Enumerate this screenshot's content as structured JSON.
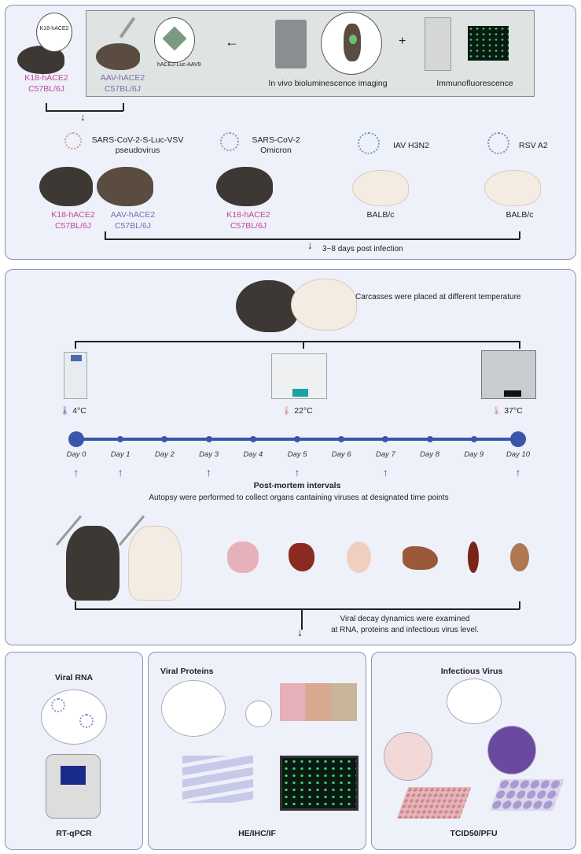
{
  "top": {
    "k18_label": "K18-hACE2",
    "k18_mouse": [
      "K18-hACE2",
      "C57BL/6J"
    ],
    "aav_mouse": [
      "AAV-hACE2",
      "C57BL/6J"
    ],
    "aav_vector": "hACE2-Luc-AAV9",
    "imaging": "In vivo bioluminescence imaging",
    "plus": "+",
    "if": "Immunofluorescence",
    "viruses": [
      {
        "name": "SARS-CoV-2-S-Luc-VSV pseudovirus",
        "mice": [
          [
            "K18-hACE2",
            "C57BL/6J"
          ],
          [
            "AAV-hACE2",
            "C57BL/6J"
          ]
        ]
      },
      {
        "name": "SARS-CoV-2 Omicron",
        "mice": [
          [
            "K18-hACE2",
            "C57BL/6J"
          ]
        ]
      },
      {
        "name": "IAV H3N2",
        "mice": [
          [
            "BALB/c"
          ]
        ]
      },
      {
        "name": "RSV A2",
        "mice": [
          [
            "BALB/c"
          ]
        ]
      }
    ],
    "dpi": "3~8 days post infection"
  },
  "middle": {
    "carcass": "Carcasses were placed at different temperature",
    "temps": [
      "4°C",
      "22°C",
      "37°C"
    ],
    "days": [
      "Day 0",
      "Day 1",
      "Day 2",
      "Day 3",
      "Day 4",
      "Day 5",
      "Day 6",
      "Day 7",
      "Day 8",
      "Day 9",
      "Day 10"
    ],
    "pmi_title": "Post-mortem intervals",
    "autopsy": "Autopsy were performed to collect organs cantaining viruses at designated time points",
    "decay": [
      "Viral decay dynamics were examined",
      "at RNA, proteins and infectious virus level."
    ]
  },
  "bottom": {
    "rna": {
      "title": "Viral RNA",
      "method": "RT-qPCR"
    },
    "proteins": {
      "title": "Viral Proteins",
      "method": "HE/IHC/IF"
    },
    "infectious": {
      "title": "Infectious Virus",
      "method": "TCID50/PFU"
    }
  }
}
